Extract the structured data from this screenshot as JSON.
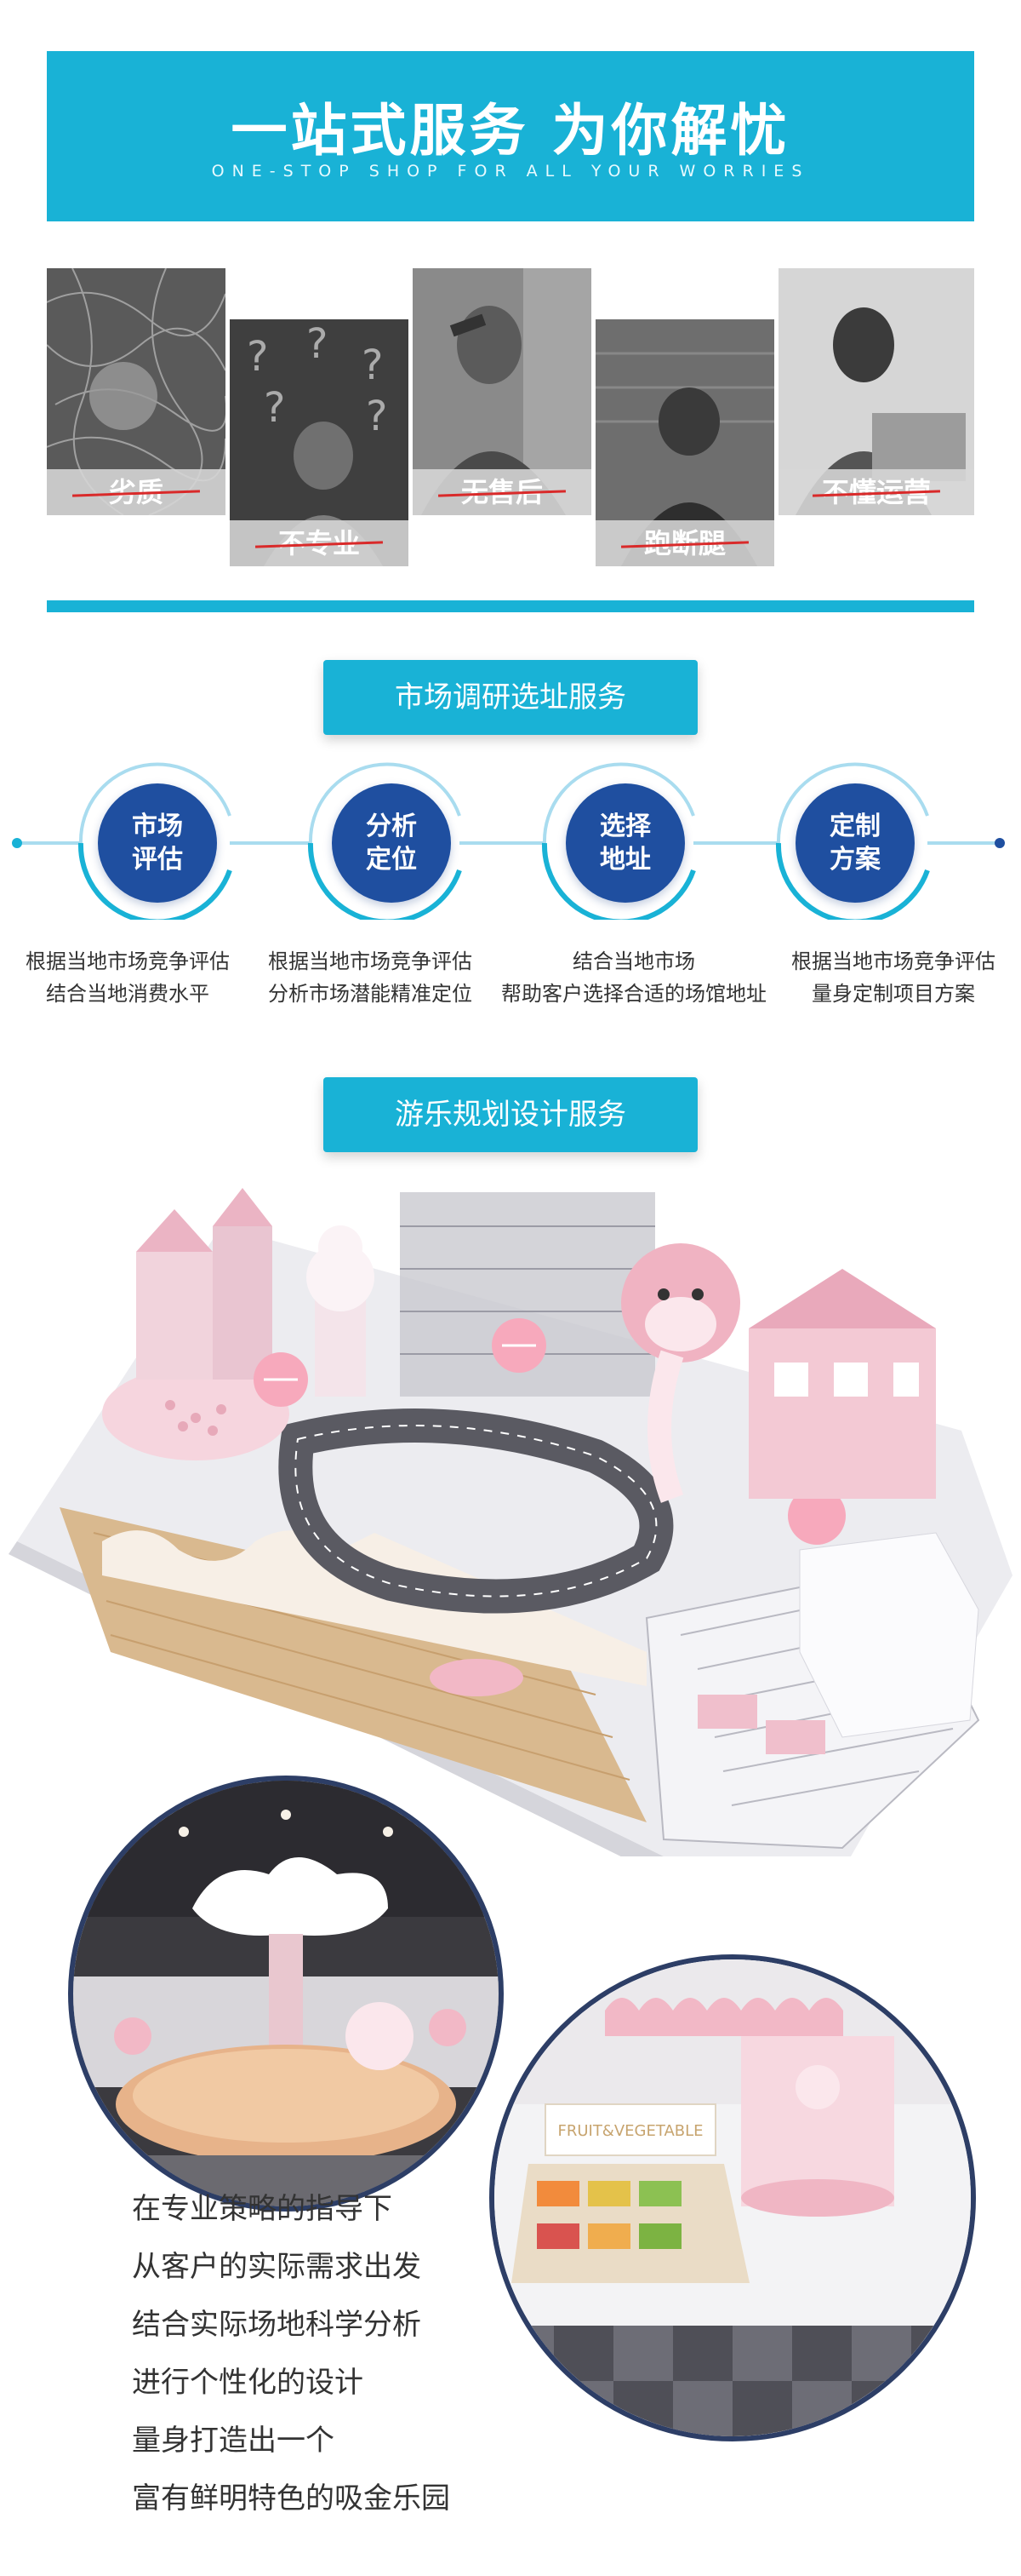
{
  "banner": {
    "title": "一站式服务 为你解忧",
    "subtitle": "ONE-STOP SHOP FOR ALL YOUR WORRIES"
  },
  "problems": [
    {
      "label": "劣质"
    },
    {
      "label": "不专业"
    },
    {
      "label": "无售后"
    },
    {
      "label": "跑断腿"
    },
    {
      "label": "不懂运营"
    }
  ],
  "market_section": {
    "title": "市场调研选址服务",
    "steps": [
      {
        "name_line1": "市场",
        "name_line2": "评估",
        "desc_line1": "根据当地市场竞争评估",
        "desc_line2": "结合当地消费水平"
      },
      {
        "name_line1": "分析",
        "name_line2": "定位",
        "desc_line1": "根据当地市场竞争评估",
        "desc_line2": "分析市场潜能精准定位"
      },
      {
        "name_line1": "选择",
        "name_line2": "地址",
        "desc_line1": "结合当地市场",
        "desc_line2": "帮助客户选择合适的场馆地址"
      },
      {
        "name_line1": "定制",
        "name_line2": "方案",
        "desc_line1": "根据当地市场竞争评估",
        "desc_line2": "量身定制项目方案"
      }
    ]
  },
  "design_section": {
    "title": "游乐规划设计服务"
  },
  "render_detail": {
    "sign_text": "FRUIT&VEGETABLE"
  },
  "intro_lines": [
    "在专业策略的指导下",
    "从客户的实际需求出发",
    "结合实际场地科学分析",
    "进行个性化的设计",
    "量身打造出一个",
    "富有鲜明特色的吸金乐园"
  ],
  "colors": {
    "accent": "#19b2d6",
    "step_circle": "#1f4fa0",
    "strike": "#d92a2a",
    "theme_pink": "#f2b8c6"
  }
}
